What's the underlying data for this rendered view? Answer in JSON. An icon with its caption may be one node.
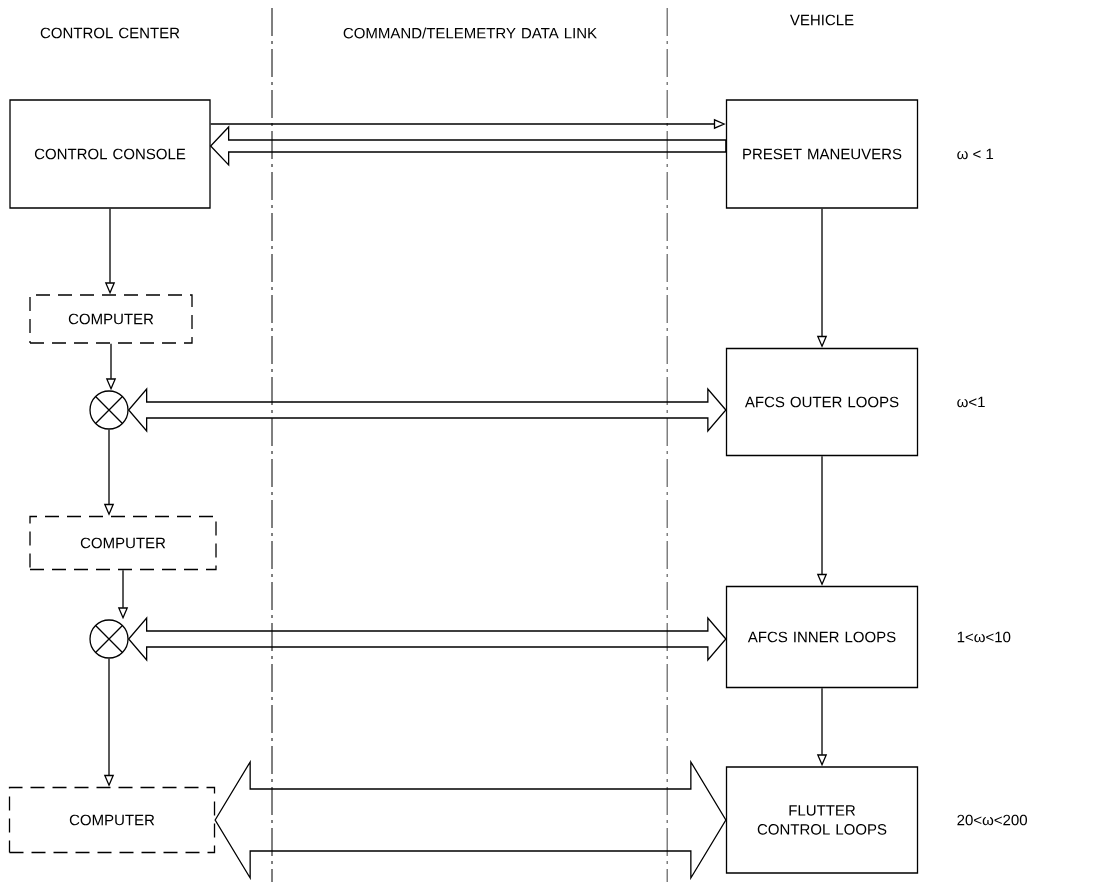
{
  "diagram": {
    "nodes": [
      {
        "text": [
          "CONTROL CONSOLE"
        ]
      },
      {
        "text": [
          "PRESET MANEUVERS"
        ],
        "beside": [
          "ω < 1"
        ]
      },
      {
        "text": [
          "COMPUTER"
        ]
      },
      {
        "text": [],
        "shape": "circle"
      },
      {
        "text": [
          "AFCS OUTER LOOPS"
        ],
        "beside": [
          "ω<1"
        ]
      },
      {
        "text": [
          "COMPUTER"
        ]
      },
      {
        "text": [],
        "shape": "circle"
      },
      {
        "text": [
          "AFCS INNER LOOPS"
        ],
        "beside": [
          "1<ω<10"
        ]
      },
      {
        "text": [
          "COMPUTER"
        ]
      },
      {
        "text": [
          "FLUTTER CONTROL LOOPS"
        ],
        "beside": [
          "20<ω<200"
        ]
      }
    ],
    "edges": [
      {
        "from": 0,
        "to": 1,
        "arrow": "to"
      },
      {
        "from": 1,
        "to": 0,
        "arrow": "to",
        "style": "thick"
      },
      {
        "from": 0,
        "to": 2,
        "arrow": "to"
      },
      {
        "from": 2,
        "to": 3,
        "arrow": "to"
      },
      {
        "from": 4,
        "to": 3,
        "arrow": "both",
        "style": "thick"
      },
      {
        "from": 3,
        "to": 5,
        "arrow": "to"
      },
      {
        "from": 1,
        "to": 4,
        "arrow": "to"
      },
      {
        "from": 4,
        "to": 7,
        "arrow": "to"
      },
      {
        "from": 5,
        "to": 6,
        "arrow": "to"
      },
      {
        "from": 7,
        "to": 6,
        "arrow": "both",
        "style": "thick"
      },
      {
        "from": 6,
        "to": 8,
        "arrow": "to"
      },
      {
        "from": 7,
        "to": 9,
        "arrow": "to"
      },
      {
        "from": 8,
        "to": 9,
        "arrow": "both",
        "style": "thick"
      }
    ],
    "labels": [
      "CONTROL CENTER",
      "COMMAND/TELEMETRY DATA LINK",
      "VEHICLE"
    ]
  }
}
